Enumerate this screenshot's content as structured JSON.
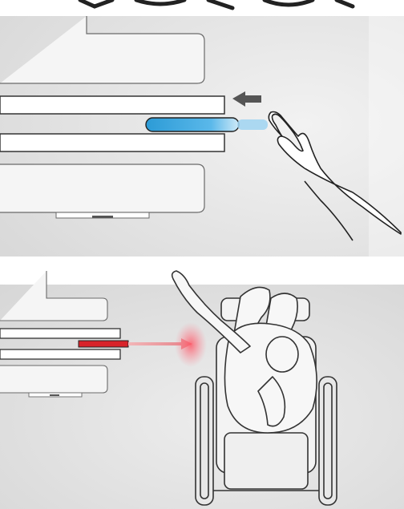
{
  "title_text": "",
  "panels": [
    {
      "id": "top",
      "description_role": "door-sensor-detection",
      "icons": [
        "arrow-left-icon",
        "hand-icon"
      ],
      "colors": {
        "background": "#e6e6e6",
        "sensor_bar": "#33a3db",
        "arrow": "#555555"
      }
    },
    {
      "id": "bottom",
      "description_role": "wheelchair-user-sensor-beam",
      "icons": [
        "wheelchair-icon",
        "person-reaching-icon",
        "beam-arrow-icon"
      ],
      "colors": {
        "background": "#e2e2e2",
        "sensor_bar": "#d8232a",
        "beam": "#e8a0a0"
      }
    }
  ],
  "accent_colors": {
    "magenta_glow": "#d21e8c"
  }
}
